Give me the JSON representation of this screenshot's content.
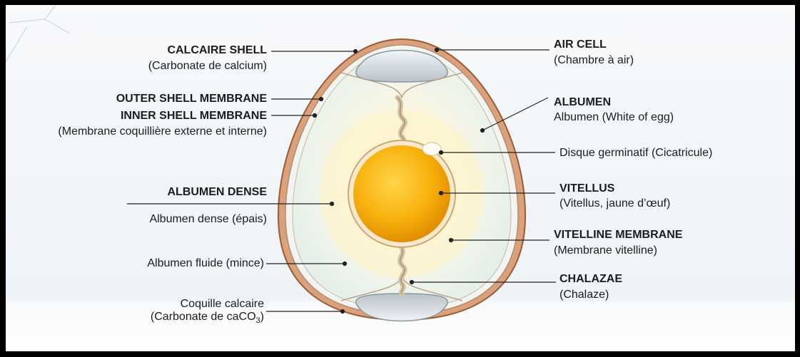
{
  "labels": {
    "calcaire_shell": {
      "title": "CALCAIRE SHELL",
      "sub": "(Carbonate de calcium)"
    },
    "outer_shell_membrane": {
      "title": "OUTER SHELL MEMBRANE"
    },
    "inner_shell_membrane": {
      "title": "INNER SHELL MEMBRANE",
      "sub": "(Membrane coquillière externe et interne)"
    },
    "albumen_dense": {
      "title": "ALBUMEN DENSE",
      "sub": "Albumen dense (épais)"
    },
    "albumen_fluide": {
      "text": "Albumen fluide (mince)"
    },
    "coquille_calcaire": {
      "line1": "Coquille calcaire",
      "line2_prefix": "(Carbonate de caCO",
      "line2_sub": "3",
      "line2_suffix": ")"
    },
    "air_cell": {
      "title": "AIR CELL",
      "sub": "(Chambre à air)"
    },
    "albumen": {
      "title": "ALBUMEN",
      "sub": "Albumen (White of egg)"
    },
    "disque": {
      "text": "Disque germinatif (Cicatricule)"
    },
    "vitellus": {
      "title": "VITELLUS",
      "sub": "(Vitellus, jaune d’œuf)"
    },
    "vitelline_membrane": {
      "title": "VITELLINE MEMBRANE",
      "sub": "(Membrane vitelline)"
    },
    "chalazae": {
      "title": "CHALAZAE",
      "sub": "(Chalaze)"
    }
  },
  "colors": {
    "shell": "#d9a27c",
    "shell_edge": "#9a5a34",
    "albumen": "#eaf3ea",
    "yolk": "#f5a400",
    "air_cell": "#cfd6dc",
    "leader": "#222222"
  }
}
